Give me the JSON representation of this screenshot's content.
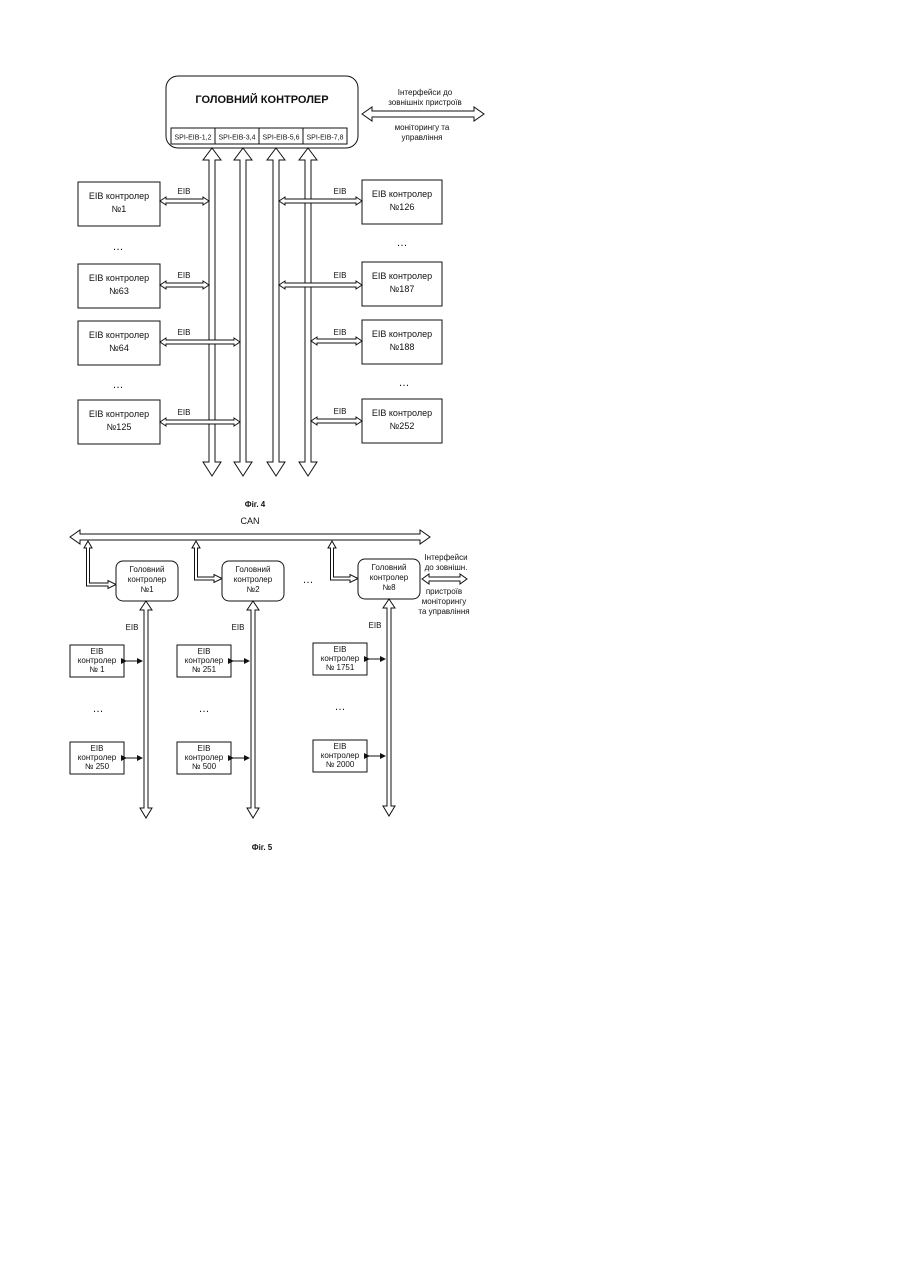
{
  "fig4": {
    "main_controller": {
      "title": "ГОЛОВНИЙ КОНТРОЛЕР",
      "ports": [
        "SPI-EIB-1,2",
        "SPI-EIB-3,4",
        "SPI-EIB-5,6",
        "SPI-EIB-7,8"
      ]
    },
    "interface": {
      "line1": "Інтерфейси до",
      "line2": "зовнішніх пристроїв",
      "line3": "моніторингу та",
      "line4": "управління"
    },
    "bus_label": "EIB",
    "ellipsis": "…",
    "left_controllers": [
      {
        "line1": "EIB контролер",
        "line2": "№1"
      },
      {
        "line1": "EIB контролер",
        "line2": "№63"
      },
      {
        "line1": "EIB контролер",
        "line2": "№64"
      },
      {
        "line1": "EIB контролер",
        "line2": "№125"
      }
    ],
    "right_controllers": [
      {
        "line1": "EIB контролер",
        "line2": "№126"
      },
      {
        "line1": "EIB контролер",
        "line2": "№187"
      },
      {
        "line1": "EIB контролер",
        "line2": "№188"
      },
      {
        "line1": "EIB контролер",
        "line2": "№252"
      }
    ],
    "caption": "Фіг. 4"
  },
  "fig5": {
    "can_label": "CAN",
    "bus_label": "EIB",
    "ellipsis": "…",
    "heads": [
      {
        "line1": "Головний",
        "line2": "контролер",
        "line3": "№1"
      },
      {
        "line1": "Головний",
        "line2": "контролер",
        "line3": "№2"
      },
      {
        "line1": "Головний",
        "line2": "контролер",
        "line3": "№8"
      }
    ],
    "interface": {
      "line1": "Інтерфейси",
      "line2": "до зовнішн.",
      "line3": "пристроїв",
      "line4": "моніторингу",
      "line5": "та управління"
    },
    "columns": [
      {
        "top": {
          "l1": "EIB",
          "l2": "контролер",
          "l3": "№ 1"
        },
        "bottom": {
          "l1": "EIB",
          "l2": "контролер",
          "l3": "№ 250"
        }
      },
      {
        "top": {
          "l1": "EIB",
          "l2": "контролер",
          "l3": "№ 251"
        },
        "bottom": {
          "l1": "EIB",
          "l2": "контролер",
          "l3": "№ 500"
        }
      },
      {
        "top": {
          "l1": "EIB",
          "l2": "контролер",
          "l3": "№ 1751"
        },
        "bottom": {
          "l1": "EIB",
          "l2": "контролер",
          "l3": "№ 2000"
        }
      }
    ],
    "caption": "Фіг. 5"
  }
}
